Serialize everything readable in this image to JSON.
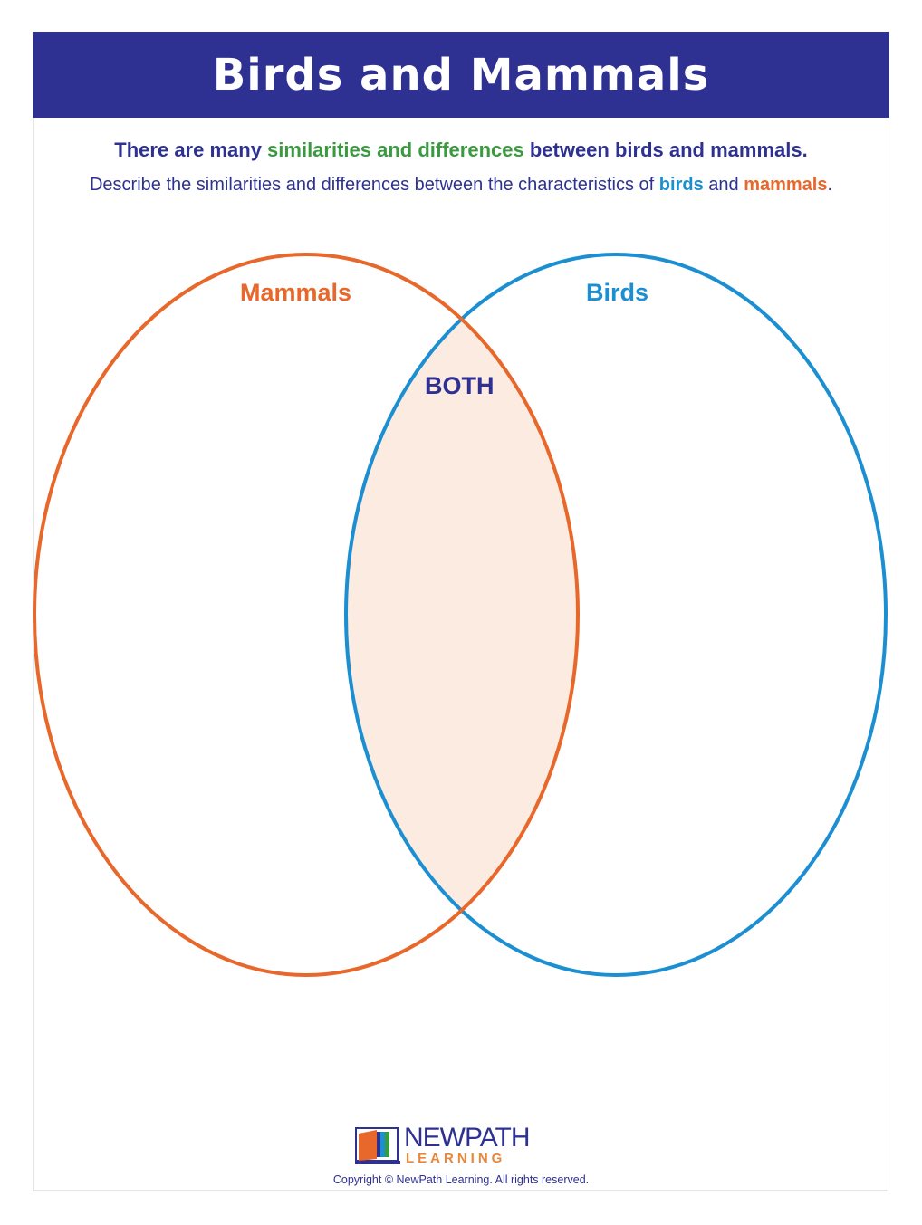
{
  "header": {
    "title": "Birds and Mammals"
  },
  "intro": {
    "line1_a": "There are many ",
    "line1_highlight": "similarities and differences",
    "line1_b": " between birds and mammals.",
    "line2_a": "Describe the similarities and differences between the characteristics of ",
    "line2_birds": "birds",
    "line2_and": " and ",
    "line2_mammals": "mammals",
    "line2_end": "."
  },
  "venn": {
    "left_label": "Mammals",
    "right_label": "Birds",
    "overlap_label": "BOTH",
    "colors": {
      "mammals": "#e8672a",
      "birds": "#1b8fd1",
      "overlap": "#fcebe0",
      "both": "#2e3192"
    }
  },
  "footer": {
    "logo_line1": "NEWPATH",
    "logo_line2": "LEARNING",
    "copyright": "Copyright © NewPath Learning.  All rights reserved."
  }
}
